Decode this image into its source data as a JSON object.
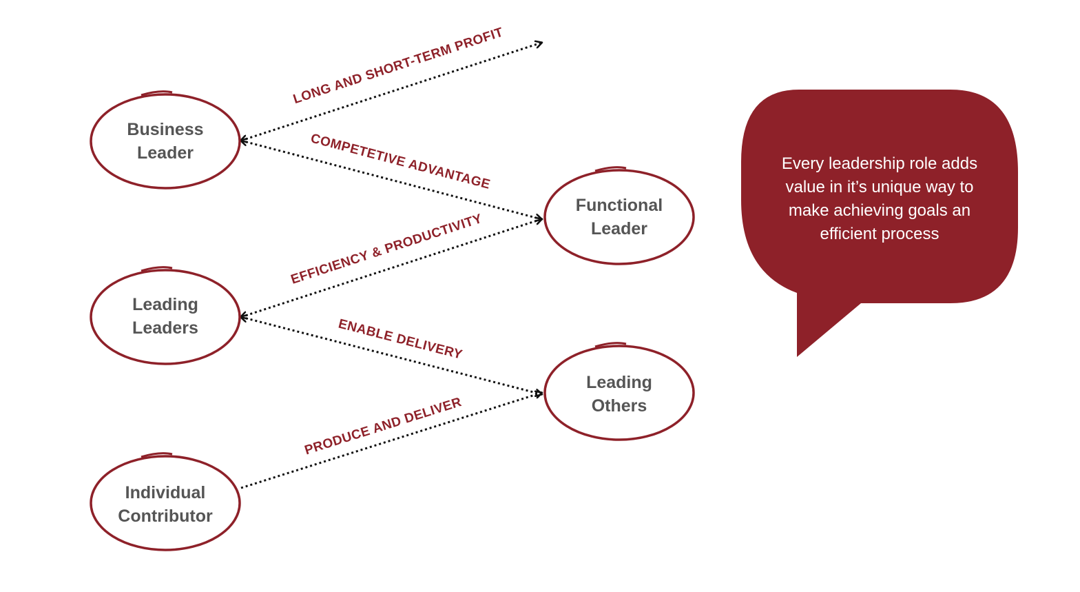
{
  "colors": {
    "accent": "#8e2129",
    "node_text": "#555555",
    "edge": "#111111",
    "bubble_text": "#ffffff"
  },
  "nodes": {
    "business_leader": {
      "line1": "Business",
      "line2": "Leader"
    },
    "functional_leader": {
      "line1": "Functional",
      "line2": "Leader"
    },
    "leading_leaders": {
      "line1": "Leading",
      "line2": "Leaders"
    },
    "leading_others": {
      "line1": "Leading",
      "line2": "Others"
    },
    "individual_contributor": {
      "line1": "Individual",
      "line2": "Contributor"
    }
  },
  "edges": {
    "long_short_term_profit": "LONG AND SHORT-TERM PROFIT",
    "competitive_advantage": "COMPETETIVE ADVANTAGE",
    "efficiency_productivity": "EFFICIENCY & PRODUCTIVITY",
    "enable_delivery": "ENABLE DELIVERY",
    "produce_deliver": "PRODUCE AND DELIVER"
  },
  "speech_bubble": {
    "line1": "Every leadership role adds",
    "line2": "value in it’s unique way to",
    "line3": "make achieving goals an",
    "line4": "efficient process"
  }
}
